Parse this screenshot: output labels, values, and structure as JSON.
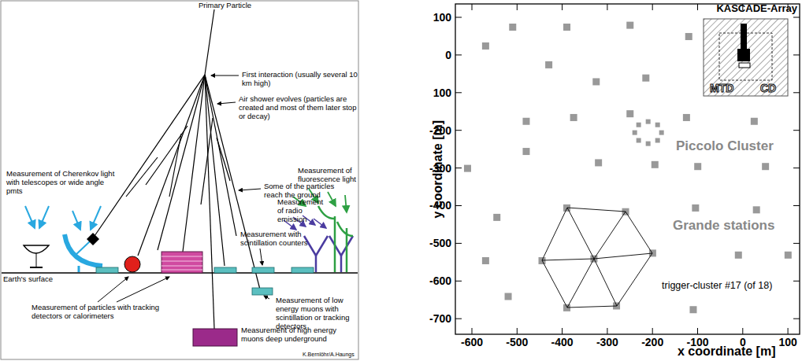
{
  "diagram": {
    "nodes": [
      {
        "text": [
          "KASCADE-Array",
          "MTD",
          "CD"
        ]
      }
    ],
    "labels": [
      "Primary Particle",
      "First interaction (usually several 10 km high)",
      "Air shower evolves (particles are created and most of them later stop or decay)",
      "Some of the particles reach the ground",
      "Measurement of Cherenkov light with telescopes or wide angle pmts",
      "Measurement of fluorescence light",
      "Measurement of radio emission",
      "Measurement with scintillation counters",
      "Earth's surface",
      "Measurement of particles with tracking detectors or calorimeters",
      "Measurement of low energy muons with scintillation or tracking detectors",
      "Measurement of high energy muons deep underground",
      "K.Bernlöhr/A.Haungs",
      "y coordinate [m]",
      "x coordinate [m]",
      "100",
      "0",
      "100",
      "-200",
      "-300",
      "-400",
      "-500",
      "-600",
      "-700",
      "-600",
      "-500",
      "-400",
      "-300",
      "-200",
      "-100",
      "0",
      "100",
      "Piccolo Cluster",
      "Grande stations",
      "trigger-cluster #17 (of 18)"
    ]
  }
}
